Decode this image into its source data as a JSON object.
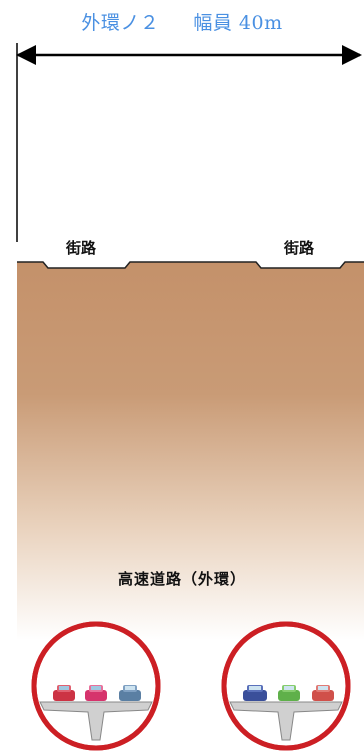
{
  "header": {
    "route_name": "外環ノ２",
    "width_label": "幅員 40m"
  },
  "surface": {
    "street_left": "街路",
    "street_right": "街路"
  },
  "underground": {
    "expressway_label": "高速道路（外環）"
  },
  "colors": {
    "title": "#4a90e2",
    "soil_top": "#c4916a",
    "soil_bottom": "#ffffff",
    "tunnel_ring": "#cc1f24",
    "deck": "#d0d0d0"
  },
  "tunnels": [
    {
      "name": "left-tunnel",
      "car_colors": [
        "#cc3344",
        "#d6336c",
        "#5a7fa3"
      ]
    },
    {
      "name": "right-tunnel",
      "car_colors": [
        "#3a4f9a",
        "#5fb04a",
        "#d0504a"
      ]
    }
  ]
}
